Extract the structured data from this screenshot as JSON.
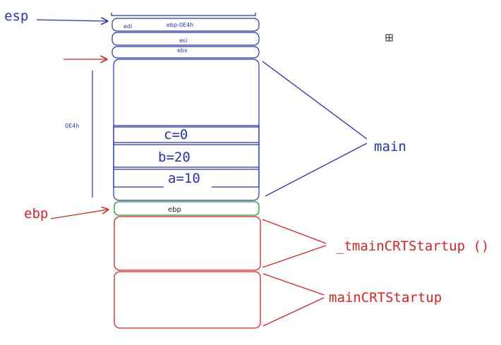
{
  "labels": {
    "esp": "esp",
    "ebp_pointer": "ebp",
    "main": "main",
    "tmain": "_tmainCRTStartup ()",
    "maincrt": "mainCRTStartup",
    "size_label": "0E4h"
  },
  "stack": {
    "edi": "edi",
    "ebp_minus": "ebp-0E4h",
    "esi": "esi",
    "ebx": "ebx",
    "c": "c=0",
    "b": "b=20",
    "a": "a=10",
    "ebp_slot": "ebp"
  },
  "colors": {
    "blue": "#2233bb",
    "red": "#dd2222",
    "green": "#1f9a3a"
  }
}
